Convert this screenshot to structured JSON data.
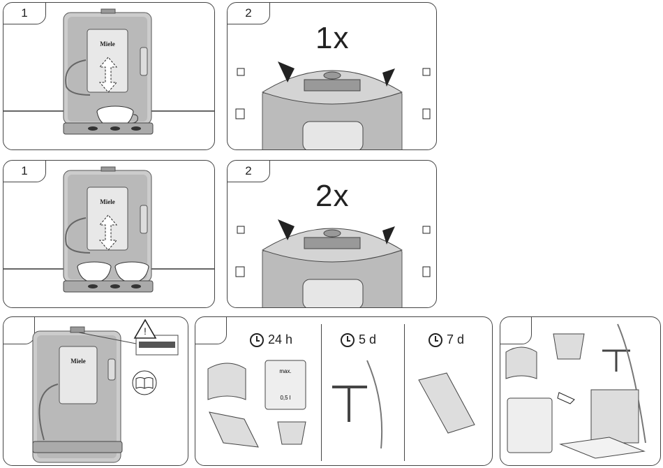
{
  "row1": {
    "step1": "1",
    "step2": "2",
    "presses": "1x"
  },
  "row2": {
    "step1": "1",
    "step2": "2",
    "presses": "2x"
  },
  "row3": {
    "warning_symbol": "!",
    "brand_label": "Miele",
    "intervals": [
      {
        "label": "24 h"
      },
      {
        "label": "5 d"
      },
      {
        "label": "7 d"
      }
    ],
    "tank_max": "max.",
    "tank_min": "0,5 l"
  },
  "brand_label": "Miele",
  "icons": [
    "coffee-cup-icon",
    "large-cup-icon",
    "milk-jug-icon",
    "clock-icon",
    "book-icon",
    "warning-triangle-icon",
    "arrow-icon"
  ]
}
